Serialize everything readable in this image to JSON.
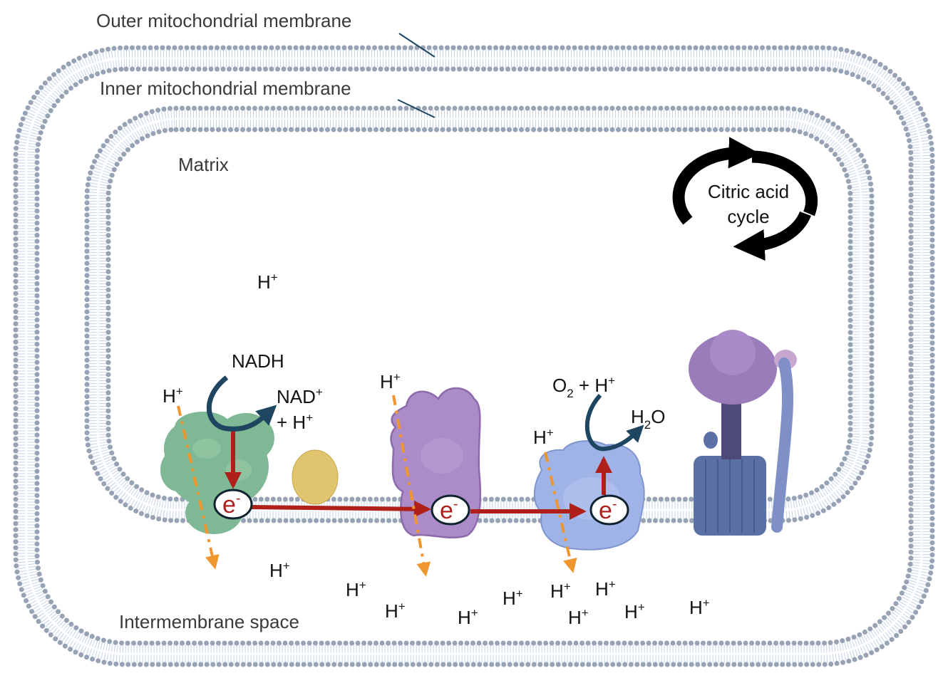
{
  "labels": {
    "outer_membrane": "Outer mitochondrial membrane",
    "inner_membrane": "Inner mitochondrial membrane",
    "matrix": "Matrix",
    "intermembrane_space": "Intermembrane space",
    "citric_acid_line1": "Citric acid",
    "citric_acid_line2": "cycle"
  },
  "chem": {
    "nadh": "NADH",
    "nad": "NAD",
    "plus": "+",
    "plus_h": "+ H",
    "h": "H",
    "o2_o": "O",
    "o2_sub": "2",
    "o2_rest": " + H",
    "h2o_h": "H",
    "h2o_sub": "2",
    "h2o_o": "O",
    "electron": "e",
    "minus": "-"
  },
  "colors": {
    "membrane_head": "#97a2b4",
    "membrane_tail": "#b9c8e4",
    "complex1": "#7fb894",
    "ubiquinone": "#e0c46e",
    "complex3": "#ab8cc8",
    "complex4": "#9fb3e6",
    "atp_synthase": "#6a7fb8",
    "electron_arrow": "#b0201a",
    "proton_path": "#f0962e",
    "nadh_arrow": "#1e4660"
  }
}
